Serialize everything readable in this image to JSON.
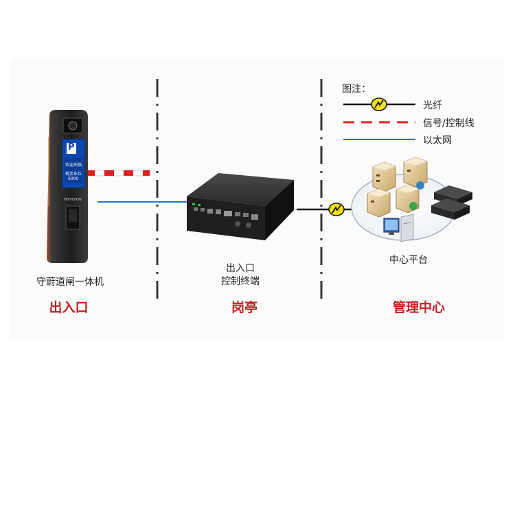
{
  "legend": {
    "title": "图注：",
    "fiber": "光纤",
    "signal": "信号/控制线",
    "ethernet": "以太网"
  },
  "devices": {
    "gate_all_in_one": "守蔚道闸一体机",
    "gate_screen_welcome": "欢迎光临",
    "gate_screen_spaces": "剩余车位",
    "gate_screen_count": "6000",
    "gate_brand": "HIKVISION",
    "gate_screen_p": "P",
    "control_terminal_line1": "出入口",
    "control_terminal_line2": "控制终端",
    "center_platform": "中心平台"
  },
  "sections": {
    "entrance": "出入口",
    "booth": "岗亭",
    "management": "管理中心"
  },
  "colors": {
    "section_red": "#c3201f",
    "signal_red": "#e02020",
    "ethernet_blue": "#1f78c8",
    "fiber_black": "#111111",
    "fiber_yellow": "#f2e20a"
  }
}
